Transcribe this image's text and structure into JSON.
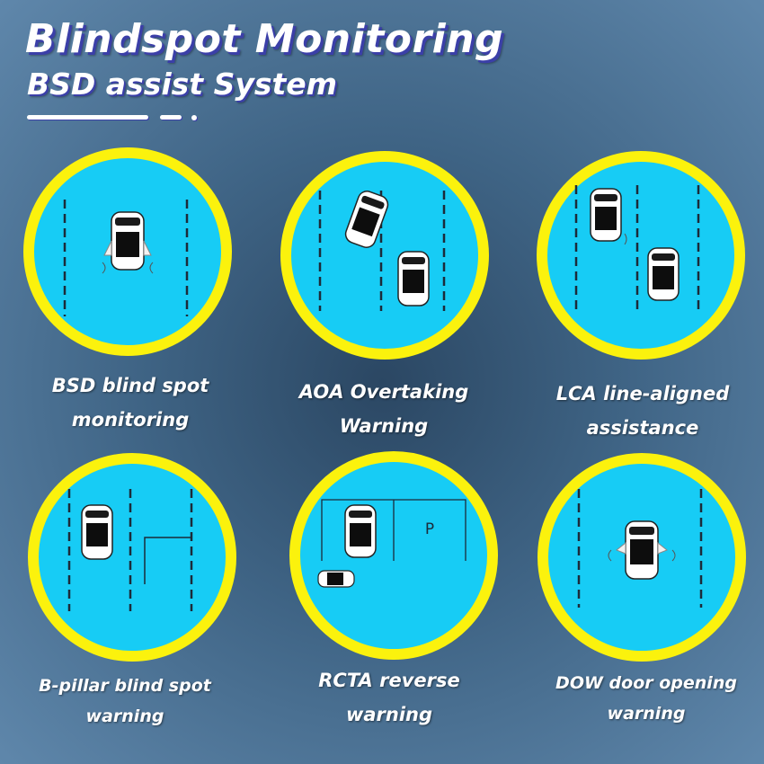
{
  "header": {
    "title": "Blindspot Monitoring",
    "subtitle": "BSD assist System"
  },
  "colors": {
    "ring": "#fbf20d",
    "disc": "#17ccf5",
    "lane": "#1c2b3a",
    "car_body": "#ffffff",
    "car_glass": "#0d0d0d"
  },
  "features": [
    {
      "label_lines": [
        "BSD blind spot",
        "monitoring"
      ],
      "icon": "car-top-view-icon"
    },
    {
      "label_lines": [
        "AOA Overtaking",
        "Warning"
      ],
      "icon": "car-top-view-icon"
    },
    {
      "label_lines": [
        "LCA line-aligned",
        "assistance"
      ],
      "icon": "car-top-view-icon"
    },
    {
      "label_lines": [
        "B-pillar blind spot",
        "warning"
      ],
      "icon": "car-top-view-icon"
    },
    {
      "label_lines": [
        "RCTA reverse",
        "warning"
      ],
      "icon": "car-top-view-icon",
      "parking_sign": "P"
    },
    {
      "label_lines": [
        "DOW door opening",
        "warning"
      ],
      "icon": "car-top-view-icon"
    }
  ]
}
